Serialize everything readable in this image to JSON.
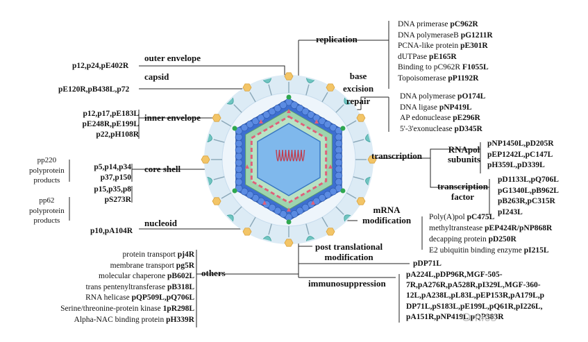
{
  "categories": {
    "replication": "replication",
    "base_excision_repair": "base\nexcision\nrepair",
    "transcription": "transcription",
    "rna_pol_subunits": "RNApol\nsubunits",
    "transcription_factor": "transcription\nfactor",
    "mrna_modification": "mRNA\nmodification",
    "post_translational": "post translational\nmodification",
    "immunosuppression": "immunosuppression",
    "outer_envelope": "outer envelope",
    "capsid": "capsid",
    "inner_envelope": "inner envelope",
    "core_shell": "core shell",
    "nucleoid": "nucleoid",
    "others": "others"
  },
  "left": {
    "outer_envelope": "p12,p24,pE402R",
    "capsid": "pE120R,pB438L,p72",
    "inner_envelope": "p12,p17,pE183L\npE248R,pE199L\np22,pH108R",
    "pp220_label": "pp220\npolyprotein\nproducts",
    "pp220_items": "p5,p14,p34\np37,p150",
    "pp62_label": "pp62\npolyprotein\nproducts",
    "pp62_items": "p15,p35,p8\npS273R",
    "nucleoid": "p10,pA104R"
  },
  "replication": [
    {
      "desc": "DNA primerase ",
      "gene": "pC962R"
    },
    {
      "desc": "DNA polymeraseB ",
      "gene": "pG1211R"
    },
    {
      "desc": "PCNA-like protein ",
      "gene": "pE301R"
    },
    {
      "desc": "dUTPase ",
      "gene": "pE165R"
    },
    {
      "desc": "Binding to pC962R ",
      "gene": "F1055L"
    },
    {
      "desc": "Topoisomerase ",
      "gene": "pP1192R"
    }
  ],
  "ber": [
    {
      "desc": "DNA polymerase ",
      "gene": "pO174L"
    },
    {
      "desc": "DNA ligase ",
      "gene": "pNP419L"
    },
    {
      "desc": "AP edonuclease ",
      "gene": "pE296R"
    },
    {
      "desc": "5'-3'exonuclease ",
      "gene": "pD345R"
    }
  ],
  "rnapol_genes": "pNP1450L,pD205R\npEP1242L,pC147L\npH359L,pD339L",
  "tf_genes": "pD1133L,pQ706L\npG1340L,pB962L\npB263R,pC315R\npI243L",
  "mrna": [
    {
      "desc": "Poly(A)pol ",
      "gene": "pC475L"
    },
    {
      "desc": "methyltranstease ",
      "gene": "pEP424R/pNP868R"
    },
    {
      "desc": "decapping protein ",
      "gene": "pD250R"
    },
    {
      "desc": "E2 ubiquitin binding enzyme ",
      "gene": "pI215L"
    }
  ],
  "post_translational_gene": "pDP71L",
  "immuno_genes": "pA224L,pDP96R,MGF-505-\n7R,pA276R,pA528R,pI329L,MGF-360-\n12L,pA238L,pL83L,pEP153R,pA179L,p\nDP71L,pS183L,pE199L,pQ61R,pI226L,\npA151R,pNP419L,pQP383R",
  "others": [
    {
      "desc": "protein transport ",
      "gene": "pj4R"
    },
    {
      "desc": "membrane transport ",
      "gene": "pg5R"
    },
    {
      "desc": "molecular chaperone ",
      "gene": "pB602L"
    },
    {
      "desc": "trans pentenyltransferase ",
      "gene": "pB318L"
    },
    {
      "desc": "RNA helicase ",
      "gene": "pQP509L,pQ706L"
    },
    {
      "desc": "Serine/threonine-protein kinase ",
      "gene": "1pR298L"
    },
    {
      "desc": "Alpha-NAC binding protein ",
      "gene": "pH339R"
    }
  ],
  "watermark": "Omics",
  "colors": {
    "line": "#222222",
    "halo": "#dcebf5",
    "outer_blue": "#3d6fd0",
    "green": "#9ed4ae",
    "core": "#7fb8ec",
    "red": "#e0607a",
    "yellow": "#f3c567",
    "teal": "#6fc4c0"
  }
}
